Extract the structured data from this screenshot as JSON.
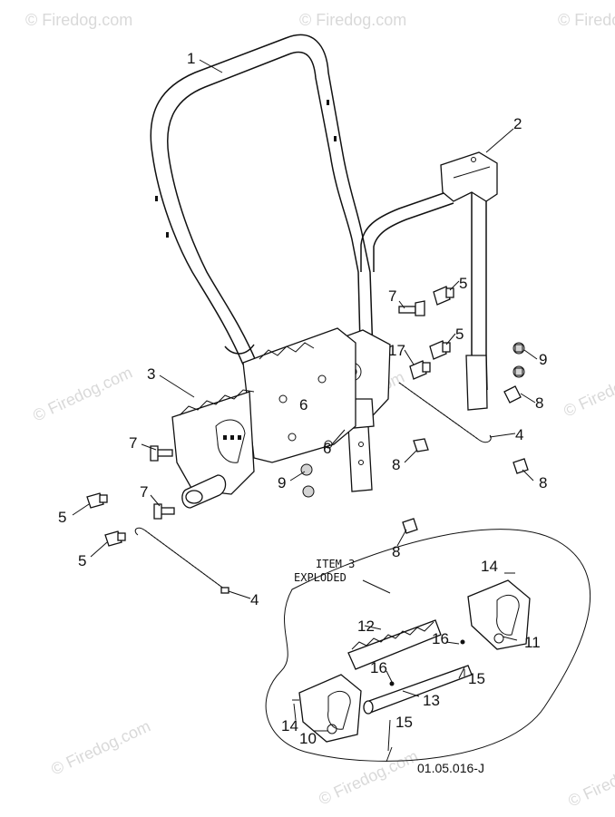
{
  "watermark": "© Firedog.com",
  "exploded_note": [
    "ITEM 3",
    "EXPLODED"
  ],
  "drawing_code": "01.05.016-J",
  "callouts": {
    "c1": "1",
    "c2": "2",
    "c3": "3",
    "c4a": "4",
    "c4b": "4",
    "c5a": "5",
    "c5b": "5",
    "c5c": "5",
    "c5d": "5",
    "c6a": "6",
    "c6b": "6",
    "c7a": "7",
    "c7b": "7",
    "c7c": "7",
    "c8a": "8",
    "c8b": "8",
    "c8c": "8",
    "c8d": "8",
    "c9a": "9",
    "c9b": "9",
    "c10": "10",
    "c11": "11",
    "c12": "12",
    "c13": "13",
    "c14a": "14",
    "c14b": "14",
    "c15a": "15",
    "c15b": "15",
    "c16a": "16",
    "c16b": "16",
    "c17": "17"
  }
}
